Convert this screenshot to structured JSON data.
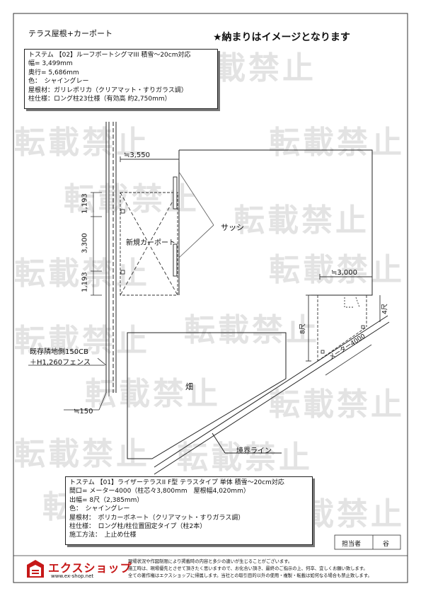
{
  "title": "テラス屋根+カーポート",
  "notice": "★納まりはイメージとなります",
  "watermark": "転載禁止",
  "carport_spec": {
    "lines": [
      "トステム 【02】ルーフポートシグマIII 積雪～20cm対応",
      "幅= 3,499mm",
      "奥行= 5,686mm",
      "色：　シャイングレー",
      "屋根材：ガリレポリカ（クリアマット・すりガラス調）",
      "柱仕様：ロング柱23仕様（有効高 約2,750mm）"
    ]
  },
  "terrace_spec": {
    "lines": [
      "トステム 【01】ライザーテラスII F型 テラスタイプ 単体 積雪～20cm対応",
      "間口= メーター4000（柱芯々3,800mm　屋根幅4,020mm）",
      "出幅= 8尺（2,385mm）",
      "色：　シャイングレー",
      "屋根材：　ポリカーボネート（クリアマット・すりガラス調）",
      "柱仕様：　ロング柱/柱位置固定タイプ（柱2本）",
      "施工方法：　上止め仕様"
    ]
  },
  "labels": {
    "carport_width": "≒3,550",
    "new_carport": "新規カーポート",
    "sash": "サッシ",
    "terrace_width": "≒3,000",
    "dim_top": "1,193",
    "dim_mid": "3,300",
    "dim_bottom": "1,193",
    "fence_line1": "既存隣地側150CB",
    "fence_line2": "＋H1,260フェンス",
    "fence_offset": "≒150",
    "field": "畑",
    "boundary": "境界ライン",
    "depth_8": "8尺",
    "depth_4": "4尺",
    "meter": "メーター4000"
  },
  "staff": {
    "label": "担当者",
    "name": "谷"
  },
  "company": {
    "name": "エクスショップ",
    "url": "www.ex-shop.net"
  },
  "footnote": [
    "現場状況や作図制限により掲載時の内容と多少の違いが生じることがございます。",
    "施工時は、現場優先とさせて頂きたく思いますので、お化合い頂き、最終のご指示の上、何卒、宜しくお願い致します。",
    "全ての著作権はエクスショップに帰属します。当社との取引目的以外の使用・複製・転載は如何なる場合も禁止致します。"
  ]
}
